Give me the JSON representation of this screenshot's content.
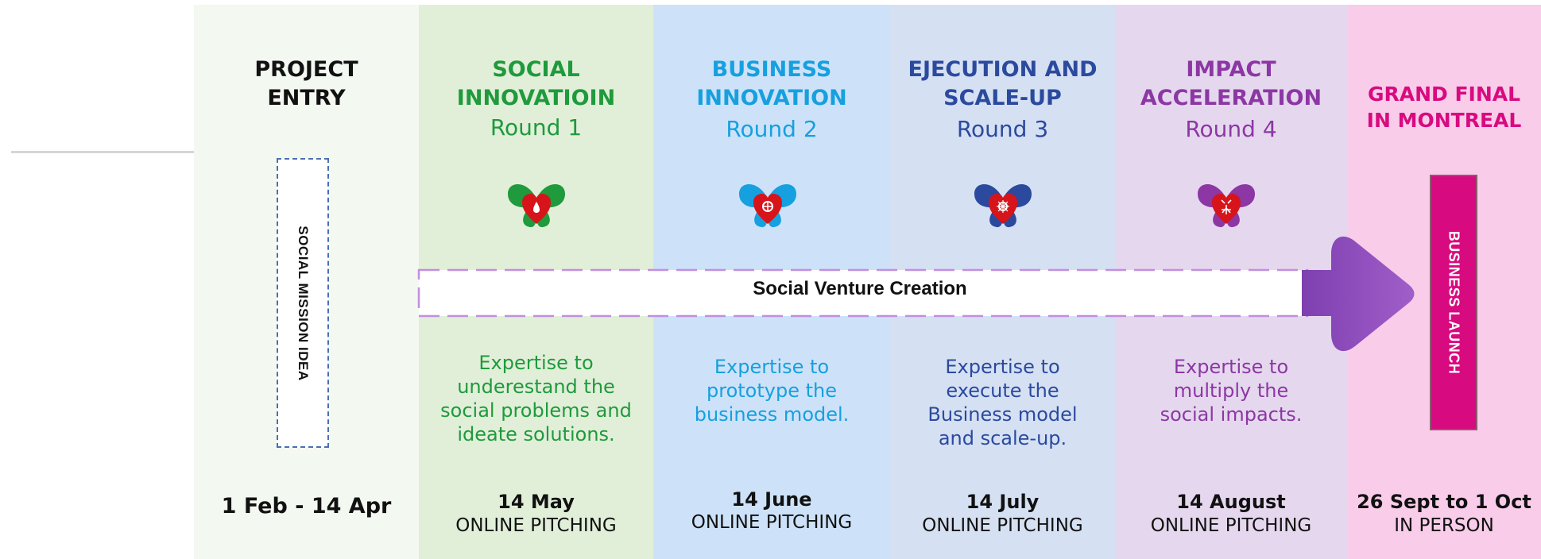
{
  "stages": [
    {
      "title": "PROJECT\nENTRY",
      "round": "",
      "description": "",
      "date": "1 Feb - 14 Apr",
      "mode": ""
    },
    {
      "title": "SOCIAL\nINNOVATIOIN",
      "round": "Round 1",
      "description": "Expertise to\nunderestand the\nsocial problems and\nideate solutions.",
      "date": "14 May",
      "mode": "ONLINE PITCHING"
    },
    {
      "title": "BUSINESS\nINNOVATION",
      "round": "Round 2",
      "description": "Expertise to\nprototype the\nbusiness model.",
      "date": "14 June",
      "mode": "ONLINE PITCHING"
    },
    {
      "title": "EJECUTION AND\nSCALE-UP",
      "round": "Round 3",
      "description": "Expertise to\nexecute the\nBusiness model\nand scale-up.",
      "date": "14 July",
      "mode": "ONLINE PITCHING"
    },
    {
      "title": "IMPACT\nACCELERATION",
      "round": "Round 4",
      "description": "Expertise to\nmultiply the\nsocial impacts.",
      "date": "14 August",
      "mode": "ONLINE PITCHING"
    },
    {
      "title": "GRAND FINAL\nIN MONTREAL",
      "round": "",
      "description": "",
      "date": "26 Sept to 1 Oct",
      "mode": "IN PERSON"
    }
  ],
  "entry_box": {
    "label": "SOCIAL MISSION IDEA"
  },
  "launch_box": {
    "label": "BUSINESS LAUNCH"
  },
  "banner": {
    "label": "Social Venture Creation"
  },
  "icons": [
    "butterfly-icon-round-1",
    "butterfly-icon-round-2",
    "butterfly-icon-round-3",
    "butterfly-icon-round-4"
  ],
  "colors": {
    "round1": "#1f9a3c",
    "round2": "#16a0df",
    "round3": "#2b4a9e",
    "round4": "#8c37a4",
    "final": "#d80a7f",
    "heart": "#d7141a"
  }
}
